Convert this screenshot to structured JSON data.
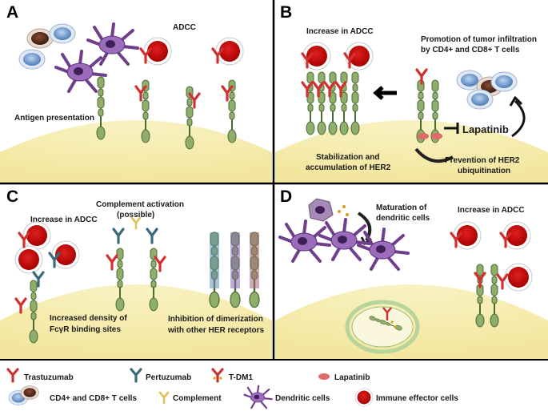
{
  "panels": {
    "a": {
      "letter": "A",
      "adcc": "ADCC",
      "antigen": "Antigen presentation"
    },
    "b": {
      "letter": "B",
      "increase": "Increase in ADCC",
      "promotion_line1": "Promotion of tumor infiltration",
      "promotion_line2": "by CD4+ and CD8+ T cells",
      "lapatinib": "Lapatinib",
      "stab_line1": "Stabilization and",
      "stab_line2": "accumulation of HER2",
      "prev_line1": "Prevention of HER2",
      "prev_line2": "ubiquitination"
    },
    "c": {
      "letter": "C",
      "complement_line1": "Complement activation",
      "complement_line2": "(possible)",
      "increase": "Increase in ADCC",
      "density_line1": "Increased density of",
      "density_line2": "FcγR binding sites",
      "inhibit_line1": "Inhibition of dimerization",
      "inhibit_line2": "with other HER receptors"
    },
    "d": {
      "letter": "D",
      "maturation_line1": "Maturation of",
      "maturation_line2": "dendritic cells",
      "increase": "Increase in ADCC"
    }
  },
  "legend": {
    "trastuzumab": "Trastuzumab",
    "pertuzumab": "Pertuzumab",
    "tdm1": "T-DM1",
    "lapatinib": "Lapatinib",
    "tcells": "CD4+ and CD8+ T cells",
    "complement": "Complement",
    "dendritic": "Dendritic cells",
    "effector": "Immune effector cells"
  },
  "colors": {
    "receptor": "#8fae6c",
    "receptor_stroke": "#4c6b34",
    "membrane": "#f6efb4",
    "effector_red": "#d01010",
    "trastuzumab_red": "#d03030",
    "pertuzumab_teal": "#3b6a7a",
    "dendritic_purple": "#8a5aa8",
    "complement_yellow": "#e0c25a",
    "tcell_blue": "#5c86c0",
    "divider": "#000000"
  }
}
